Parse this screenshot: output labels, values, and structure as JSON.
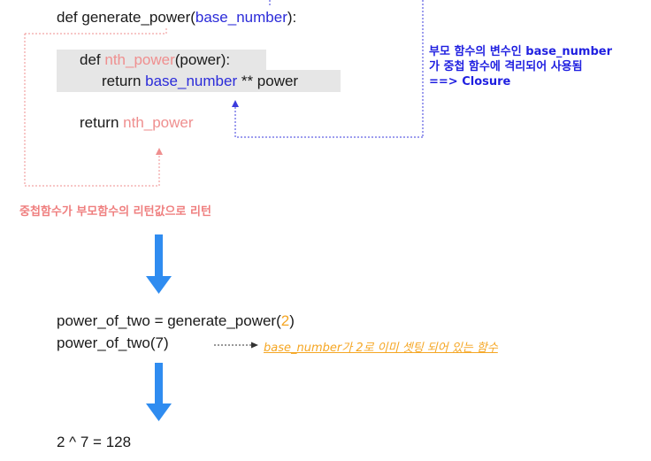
{
  "top_code": {
    "def_kw": "def ",
    "func": "generate_power(",
    "param": "base_number",
    "end": "):"
  },
  "inner_def": {
    "def_kw": "def ",
    "name": "nth_power",
    "args": "(power):"
  },
  "inner_return": {
    "kw": "return ",
    "var": "base_number",
    "rest": " ** power"
  },
  "outer_return": {
    "kw": "return ",
    "name": "nth_power"
  },
  "notes": {
    "closure_line1": "부모 함수의 변수인 base_number",
    "closure_line2": "가 중첩 함수에 격리되어 사용됨",
    "closure_line3": "==> Closure",
    "return_note": "중첩함수가 부모함수의 리턴값으로 리턴",
    "preset_note": "base_number가 2로 이미 셋팅 되어 있는 함수"
  },
  "call_code": {
    "assign_pre": "power_of_two = generate_power(",
    "assign_arg": "2",
    "assign_post": ")",
    "call": "power_of_two(7)"
  },
  "result": "2 ^ 7 = 128",
  "colors": {
    "blue": "#2b2bd9",
    "pink": "#ef8f8f",
    "orange": "#f5a623",
    "arrow": "#2f8cf0"
  }
}
